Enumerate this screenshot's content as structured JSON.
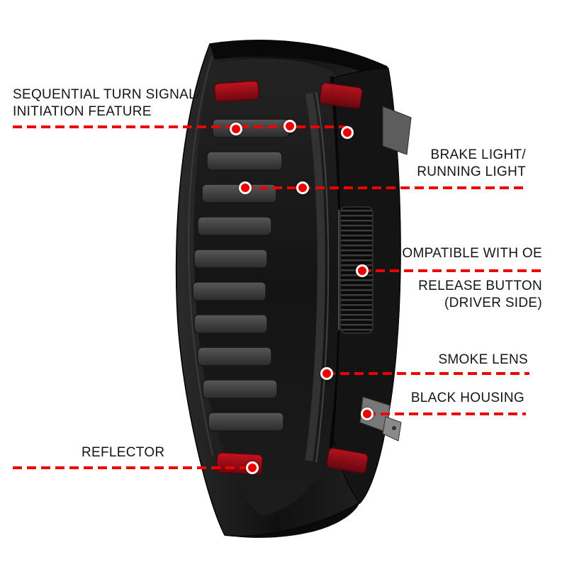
{
  "page": {
    "background": "#ffffff"
  },
  "colors": {
    "callout_red": "#ee0000",
    "text": "#151515"
  },
  "callouts": {
    "turn_signal": {
      "line1": "SEQUENTIAL TURN SIGNAL/",
      "line2": "INITIATION FEATURE"
    },
    "brake_light": {
      "line1": "BRAKE LIGHT/",
      "line2": "RUNNING LIGHT"
    },
    "oe_release_button": {
      "line1": "COMPATIBLE WITH OE",
      "line2": "RELEASE BUTTON",
      "line3": "(DRIVER SIDE)"
    },
    "smoke_lens": {
      "line1": "SMOKE LENS"
    },
    "black_housing": {
      "line1": "BLACK HOUSING"
    },
    "reflector": {
      "line1": "REFLECTOR"
    }
  },
  "illustration": {
    "alt": "Smoked LED tail light with black housing, three-quarter rear view"
  }
}
